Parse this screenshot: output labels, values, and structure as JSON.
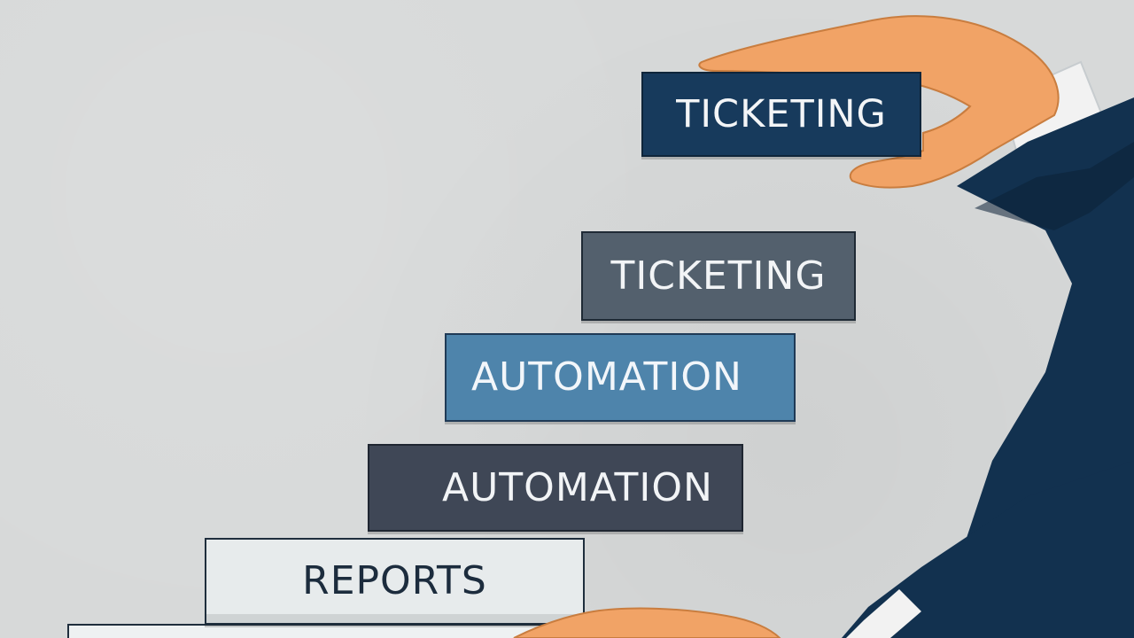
{
  "blocks": [
    {
      "label": "TICKETING"
    },
    {
      "label": "TICKETING"
    },
    {
      "label": "AUTOMATION"
    },
    {
      "label": "AUTOMATION"
    },
    {
      "label": "REPORTS"
    },
    {
      "label": ""
    }
  ],
  "colors": {
    "background": "#d7d9d9",
    "block_top": "#173a5c",
    "block_slate": "#53606d",
    "block_blue": "#4e84ab",
    "block_dark": "#3f4756",
    "block_light": "#e7ebec",
    "suit_navy": "#12314f",
    "skin": "#f1a366"
  },
  "icons": {
    "hand_top": "hand-holding-block-icon",
    "hand_bottom": "hand-bottom-icon",
    "sleeve": "suit-sleeve-icon"
  }
}
